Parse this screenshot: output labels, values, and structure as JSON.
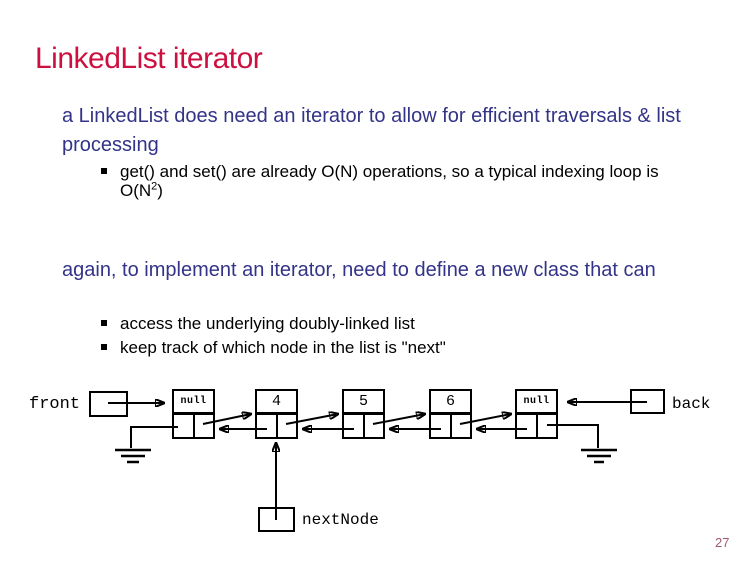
{
  "slide": {
    "title": "LinkedList iterator",
    "page_number": "27"
  },
  "colors": {
    "title_color": "#cc1040",
    "body_blue": "#333388",
    "text_black": "#000000",
    "page_number_color": "#a05a72",
    "diagram_ink": "#000000",
    "background": "#ffffff"
  },
  "paragraphs": {
    "para1": "a LinkedList does need an iterator to allow for efficient traversals & list processing",
    "para2": "again, to implement an iterator, need to define a new class that can"
  },
  "bullets": {
    "b1": {
      "pre": "get() and set() are already O(N) operations, so a typical indexing loop is O(N",
      "sup": "2",
      "post": ")"
    },
    "b2": "access the underlying doubly-linked list",
    "b3": "keep track of which node in the list is \"next\""
  },
  "diagram": {
    "front_label": "front",
    "back_label": "back",
    "next_node_label": "nextNode",
    "nodes": [
      {
        "value": "null"
      },
      {
        "value": "4"
      },
      {
        "value": "5"
      },
      {
        "value": "6"
      },
      {
        "value": "null"
      }
    ]
  }
}
